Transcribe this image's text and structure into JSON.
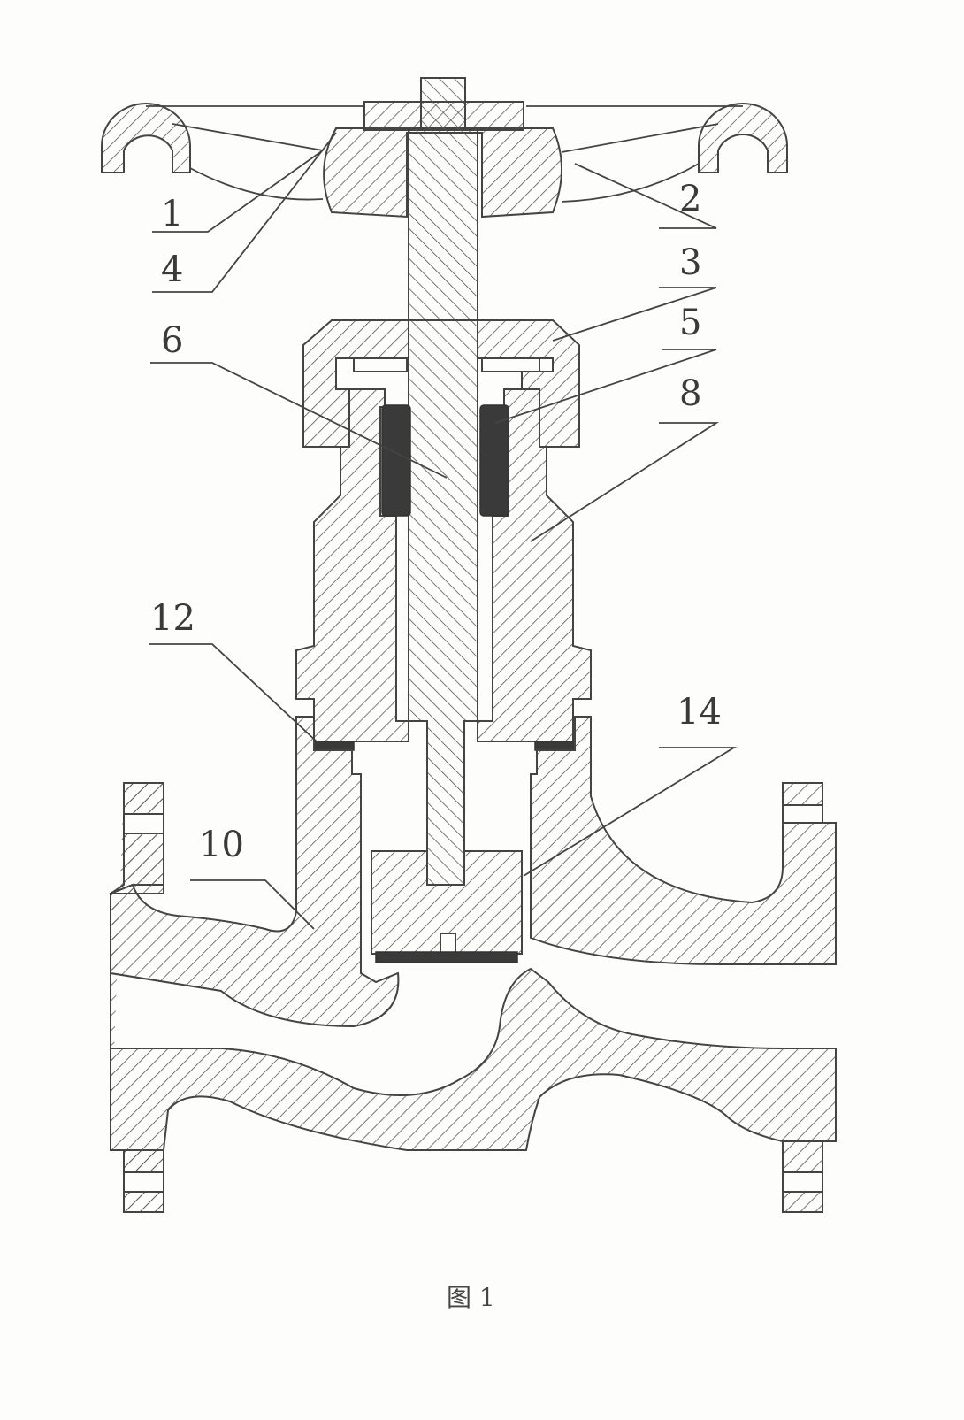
{
  "figure": {
    "caption": "图 1",
    "part_labels": [
      "1",
      "2",
      "3",
      "4",
      "5",
      "6",
      "8",
      "10",
      "12",
      "14"
    ]
  },
  "colors": {
    "line": "#444444",
    "background": "#fdfdfb",
    "seal": "#3a3a3a"
  }
}
